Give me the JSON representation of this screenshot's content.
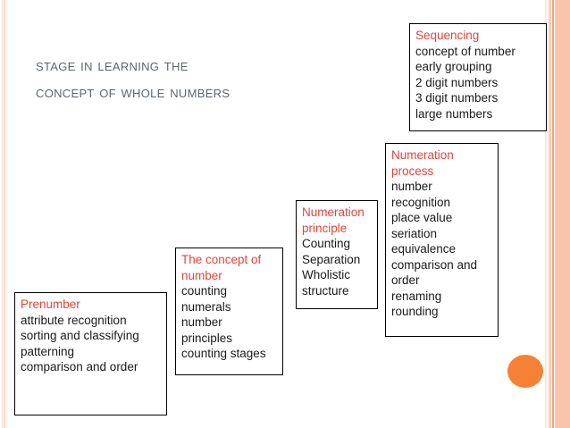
{
  "slide": {
    "title": "Stage in learning the\nconcept of whole numbers",
    "title_color": "#5b6670",
    "background_color": "#ffffff",
    "heading_color": "#e0453c",
    "body_text_color": "#1a1a1a",
    "accent_circle_color": "#f58234",
    "edge_band_color": "#fac4ac"
  },
  "boxes": [
    {
      "id": "prenumber",
      "heading": "Prenumber",
      "items": "attribute recognition\nsorting and classifying\npatterning\ncomparison and order"
    },
    {
      "id": "concept-of-number",
      "heading": "The concept of\nnumber",
      "items": "counting\nnumerals\nnumber\nprinciples\ncounting stages"
    },
    {
      "id": "numeration-principle",
      "heading": "Numeration\nprinciple",
      "items": "Counting\nSeparation\nWholistic\nstructure"
    },
    {
      "id": "numeration-process",
      "heading": "Numeration\nprocess",
      "items": "number\nrecognition\nplace value\nseriation\nequivalence\ncomparison and\norder\nrenaming\nrounding"
    },
    {
      "id": "sequencing",
      "heading": "Sequencing",
      "items": "concept of number\nearly grouping\n2 digit numbers\n3 digit numbers\nlarge numbers"
    }
  ]
}
